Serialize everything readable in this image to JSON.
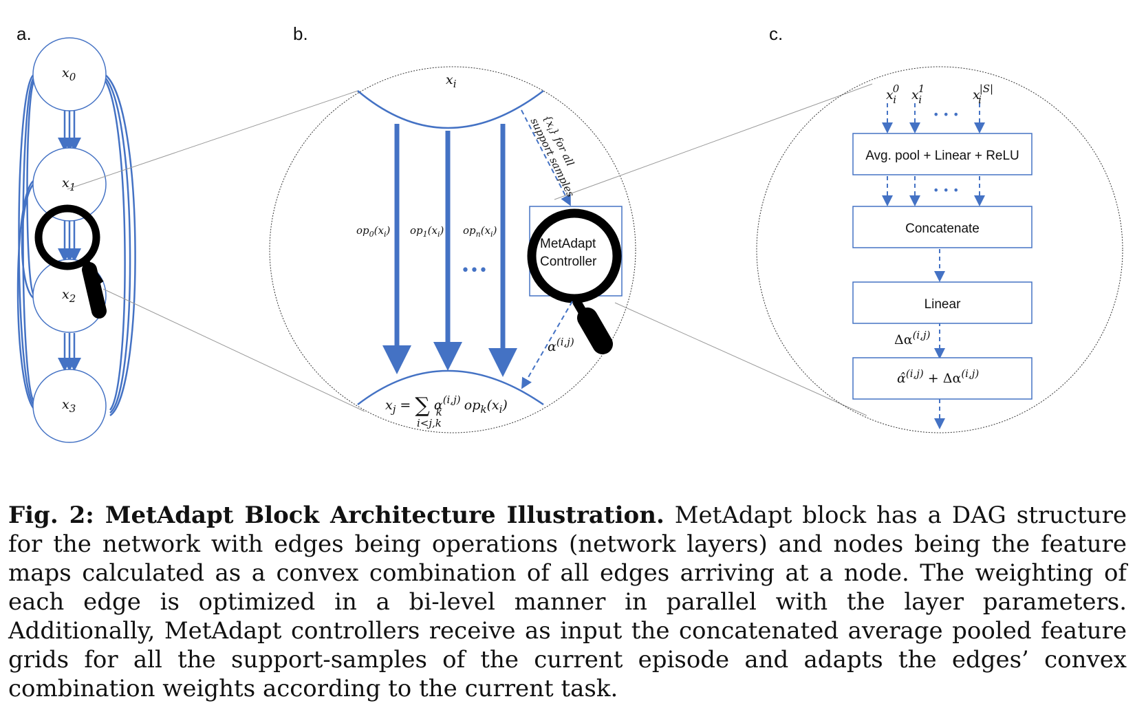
{
  "panels": {
    "a": {
      "label": "a.",
      "nodes": [
        "x",
        "x",
        "x",
        "x"
      ],
      "node_subscripts": [
        "0",
        "1",
        "2",
        "3"
      ]
    },
    "b": {
      "label": "b.",
      "top_node": "x",
      "top_node_sub": "i",
      "ops": [
        "op",
        "op",
        "op"
      ],
      "ops_subs": [
        "0",
        "1",
        "n"
      ],
      "ops_arg": "(x",
      "ops_arg_sub": "i",
      "ops_arg_close": ")",
      "dots": "•••",
      "support_label_line1": "{x",
      "support_label_sub": "i",
      "support_label_line1b": "} for all",
      "support_label_line2": "support samples",
      "controller_line1": "MetAdapt",
      "controller_line2": "Controller",
      "alpha": "α",
      "alpha_sup": "(i,j)",
      "eq_lhs": "x",
      "eq_lhs_sub": "j",
      "eq_equals": "=",
      "eq_sum": "∑",
      "eq_sum_sub": "i<j,k",
      "eq_alpha": "α",
      "eq_alpha_sup": "(i,j)",
      "eq_alpha_sub": "k",
      "eq_op": "op",
      "eq_op_sub": "k",
      "eq_op_arg": "(x",
      "eq_op_arg_sub": "i",
      "eq_op_close": ")"
    },
    "c": {
      "label": "c.",
      "inputs": [
        "x",
        "x",
        "x"
      ],
      "input_subs": [
        "i",
        "i",
        "i"
      ],
      "input_sups": [
        "0",
        "1",
        "|S|"
      ],
      "dots": "• • •",
      "box1": "Avg. pool + Linear + ReLU",
      "box2": "Concatenate",
      "box3": "Linear",
      "delta_label": "Δα",
      "delta_sup": "(i,j)",
      "box4_a": "α̂",
      "box4_a_sup": "(i,j)",
      "box4_plus": " + Δα",
      "box4_b_sup": "(i,j)"
    }
  },
  "caption": {
    "bold": "Fig. 2: MetAdapt Block Architecture Illustration.",
    "text": " MetAdapt block has a DAG structure for the network with edges being operations (network layers) and nodes being the feature maps calculated as a convex combination of all edges arriving at a node. The weighting of each edge is optimized in a bi-level manner in parallel with the layer parameters. Additionally, MetAdapt controllers receive as input the concatenated average pooled feature grids for all the support-samples of the current episode and adapts the edges’ convex combination weights according to the current task."
  },
  "colors": {
    "accent": "#4472c4",
    "ink": "#111111",
    "guide": "#999999"
  }
}
